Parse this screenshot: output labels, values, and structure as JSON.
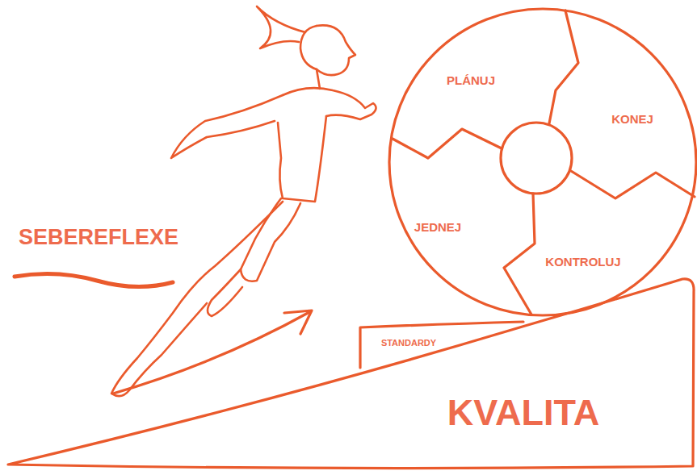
{
  "diagram": {
    "nodes": [
      {
        "text": [
          "PLÁNUJ"
        ]
      },
      {
        "text": [
          "KONEJ"
        ]
      },
      {
        "text": [
          "JEDNEJ"
        ]
      },
      {
        "text": [
          "KONTROLUJ"
        ]
      },
      {
        "text": [
          "STANDARDY"
        ]
      },
      {
        "text": [
          "KVALITA"
        ]
      }
    ],
    "labels": [
      "SEBEREFLEXE"
    ]
  }
}
